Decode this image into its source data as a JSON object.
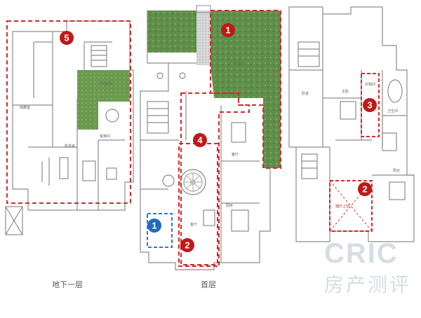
{
  "floors": {
    "basement": {
      "caption": "地下一层",
      "rooms": [
        "储藏室",
        "下沉庭院",
        "客梯间",
        "影音室"
      ]
    },
    "ground": {
      "caption": "首层",
      "rooms": [
        "一层庭院",
        "客厅",
        "餐厅",
        "厨房"
      ]
    },
    "upper": {
      "rooms": [
        "主卧",
        "衣帽间",
        "卫生间",
        "卧室",
        "阳台",
        "独厅上空"
      ]
    }
  },
  "markers": {
    "red_1": "1",
    "red_2a": "2",
    "red_2b": "2",
    "red_3": "3",
    "red_4": "4",
    "red_5": "5",
    "blue_1": "1"
  },
  "watermark": {
    "latin": "CRIC",
    "chinese": "房产测评"
  },
  "colors": {
    "highlight_red": "#d42a2a",
    "badge_red": "#c01818",
    "highlight_blue": "#2f7ac8",
    "badge_blue": "#1f6bc0",
    "garden_green": "#5f8f4a",
    "wall_gray": "#8c8c8c"
  }
}
